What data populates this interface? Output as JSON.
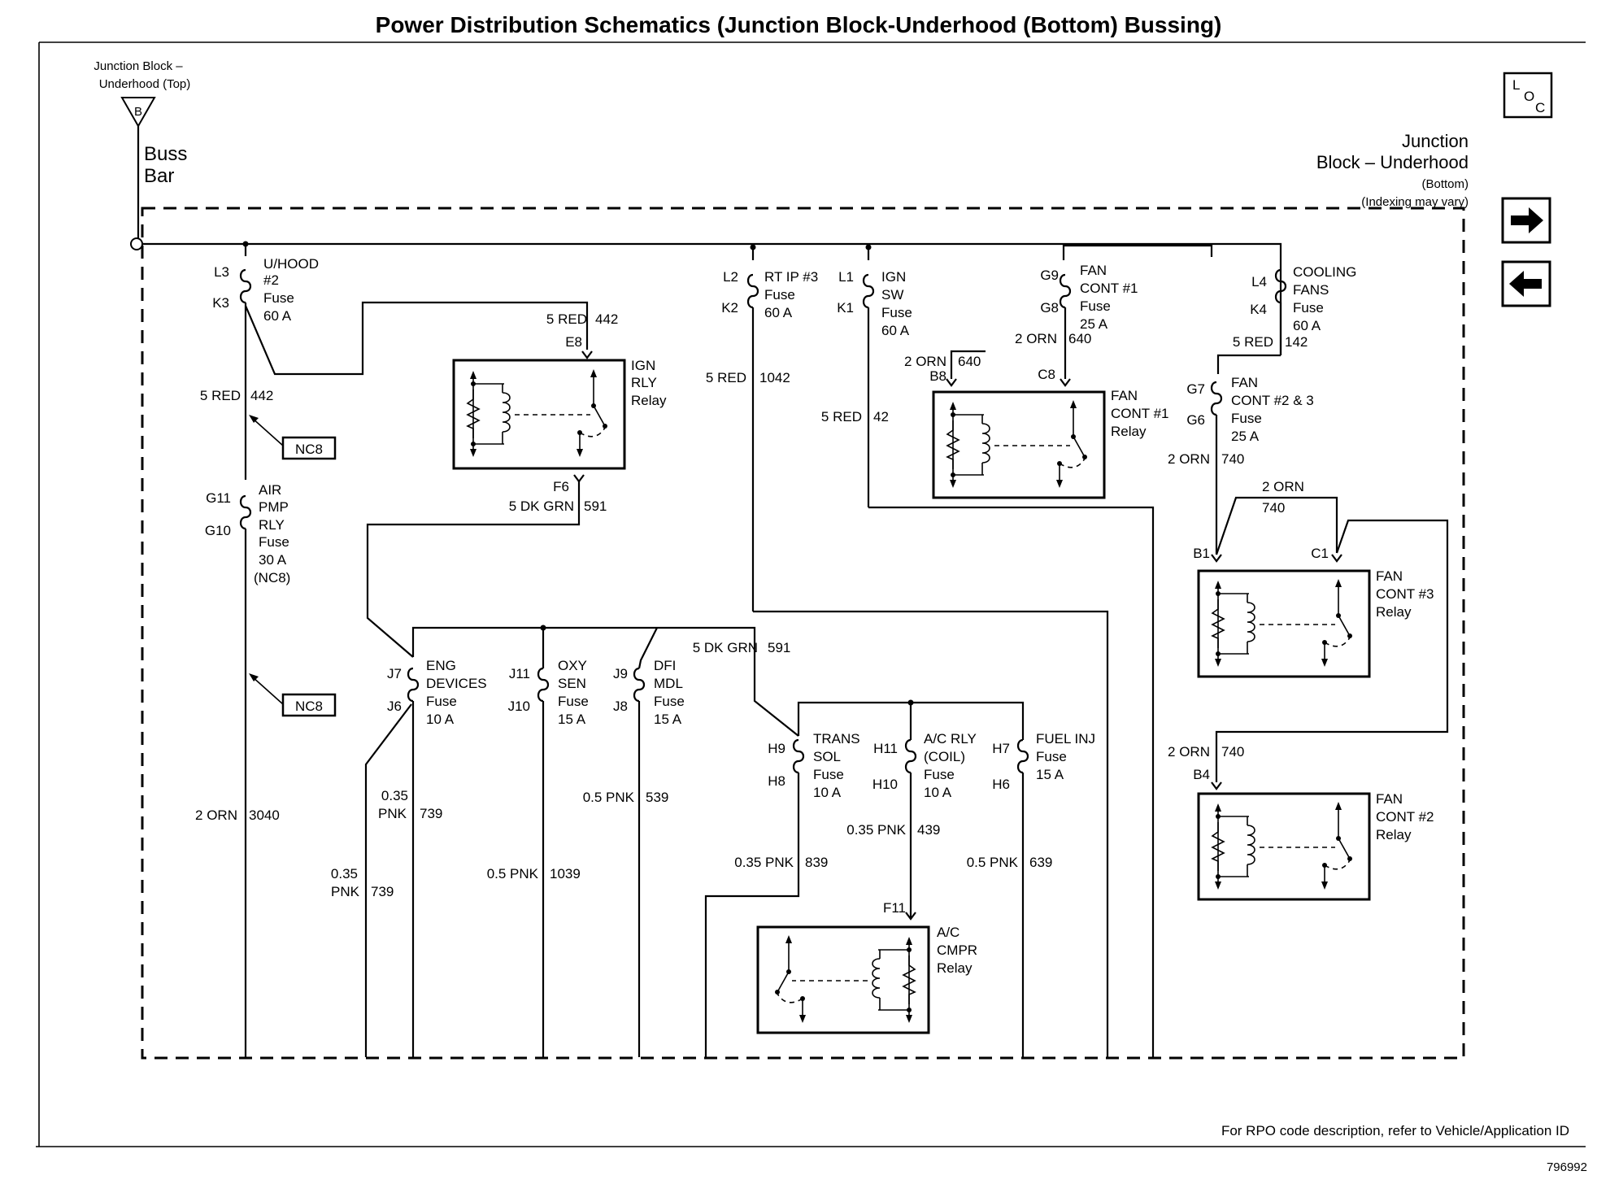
{
  "title": "Power Distribution Schematics (Junction Block-Underhood (Bottom) Bussing)",
  "top_ref": {
    "line1": "Junction Block –",
    "line2": "Underhood (Top)",
    "connector": "B"
  },
  "buss_bar": {
    "line1": "Buss",
    "line2": "Bar"
  },
  "block": {
    "line1": "Junction",
    "line2": "Block – Underhood",
    "line3": "(Bottom)",
    "line4": "(Indexing may vary)"
  },
  "loc_button": {
    "l": "L",
    "o": "O",
    "c": "C"
  },
  "nav": {
    "next": "→",
    "prev": "←"
  },
  "fuses": {
    "uhood": {
      "pin_top": "L3",
      "pin_bot": "K3",
      "lines": [
        "U/HOOD",
        "#2",
        "Fuse",
        "60 A"
      ]
    },
    "air_pmp": {
      "pin_top": "G11",
      "pin_bot": "G10",
      "lines": [
        "AIR",
        "PMP",
        "RLY",
        "Fuse",
        "30 A",
        "(NC8)"
      ]
    },
    "rt_ip": {
      "pin_top": "L2",
      "pin_bot": "K2",
      "lines": [
        "RT IP #3",
        "Fuse",
        "60 A"
      ]
    },
    "ign_sw": {
      "pin_top": "L1",
      "pin_bot": "K1",
      "lines": [
        "IGN",
        "SW",
        "Fuse",
        "60 A"
      ]
    },
    "fan_cont1": {
      "pin_top": "G9",
      "pin_bot": "G8",
      "lines": [
        "FAN",
        "CONT #1",
        "Fuse",
        "25 A"
      ]
    },
    "cooling_fans": {
      "pin_top": "L4",
      "pin_bot": "K4",
      "lines": [
        "COOLING",
        "FANS",
        "Fuse",
        "60 A"
      ]
    },
    "fan_cont23": {
      "pin_top": "G7",
      "pin_bot": "G6",
      "lines": [
        "FAN",
        "CONT #2 & 3",
        "Fuse",
        "25 A"
      ]
    },
    "eng_dev": {
      "pin_top": "J7",
      "pin_bot": "J6",
      "lines": [
        "ENG",
        "DEVICES",
        "Fuse",
        "10 A"
      ]
    },
    "oxy_sen": {
      "pin_top": "J11",
      "pin_bot": "J10",
      "lines": [
        "OXY",
        "SEN",
        "Fuse",
        "15 A"
      ]
    },
    "dfi_mdl": {
      "pin_top": "J9",
      "pin_bot": "J8",
      "lines": [
        "DFI",
        "MDL",
        "Fuse",
        "15 A"
      ]
    },
    "trans_sol": {
      "pin_top": "H9",
      "pin_bot": "H8",
      "lines": [
        "TRANS",
        "SOL",
        "Fuse",
        "10 A"
      ]
    },
    "ac_rly": {
      "pin_top": "H11",
      "pin_bot": "H10",
      "lines": [
        "A/C RLY",
        "(COIL)",
        "Fuse",
        "10 A"
      ]
    },
    "fuel_inj": {
      "pin_top": "H7",
      "pin_bot": "H6",
      "lines": [
        "FUEL INJ",
        "Fuse",
        "15 A"
      ]
    }
  },
  "relays": {
    "ign_rly": {
      "lines": [
        "IGN",
        "RLY",
        "Relay"
      ],
      "pin_in": "E8",
      "pin_out": "F6"
    },
    "fan1": {
      "lines": [
        "FAN",
        "CONT #1",
        "Relay"
      ],
      "pin_a": "B8",
      "pin_b": "C8"
    },
    "fan3": {
      "lines": [
        "FAN",
        "CONT #3",
        "Relay"
      ],
      "pin_a": "B1",
      "pin_b": "C1"
    },
    "fan2": {
      "lines": [
        "FAN",
        "CONT #2",
        "Relay"
      ],
      "pin_a": "B4"
    },
    "ac_cmpr": {
      "lines": [
        "A/C",
        "CMPR",
        "Relay"
      ],
      "pin_a": "F11"
    }
  },
  "wires": {
    "w442a": {
      "gauge": "5 RED",
      "circuit": "442"
    },
    "w442b": {
      "gauge": "5 RED",
      "circuit": "442"
    },
    "w591a": {
      "gauge": "5 DK GRN",
      "circuit": "591"
    },
    "w591b": {
      "gauge": "5 DK GRN",
      "circuit": "591"
    },
    "w1042": {
      "gauge": "5 RED",
      "circuit": "1042"
    },
    "w42": {
      "gauge": "5 RED",
      "circuit": "42"
    },
    "w640a": {
      "gauge": "2 ORN",
      "circuit": "640"
    },
    "w640b": {
      "gauge": "2 ORN",
      "circuit": "640"
    },
    "w142": {
      "gauge": "5 RED",
      "circuit": "142"
    },
    "w740a": {
      "gauge": "2 ORN",
      "circuit": "740"
    },
    "w740b": {
      "gauge": "2 ORN",
      "circuit": "740"
    },
    "w740c": {
      "gauge": "2 ORN",
      "circuit": "740"
    },
    "w3040": {
      "gauge": "2 ORN",
      "circuit": "3040"
    },
    "w739a": {
      "gauge1": "0.35",
      "gauge2": "PNK",
      "circuit": "739"
    },
    "w739b": {
      "gauge1": "0.35",
      "gauge2": "PNK",
      "circuit": "739"
    },
    "w1039": {
      "gauge": "0.5 PNK",
      "circuit": "1039"
    },
    "w539": {
      "gauge": "0.5 PNK",
      "circuit": "539"
    },
    "w839": {
      "gauge": "0.35 PNK",
      "circuit": "839"
    },
    "w439": {
      "gauge": "0.35 PNK",
      "circuit": "439"
    },
    "w639": {
      "gauge": "0.5 PNK",
      "circuit": "639"
    }
  },
  "nc8_tags": [
    "NC8",
    "NC8"
  ],
  "footer": "For RPO code description, refer to Vehicle/Application ID",
  "figure_number": "796992"
}
